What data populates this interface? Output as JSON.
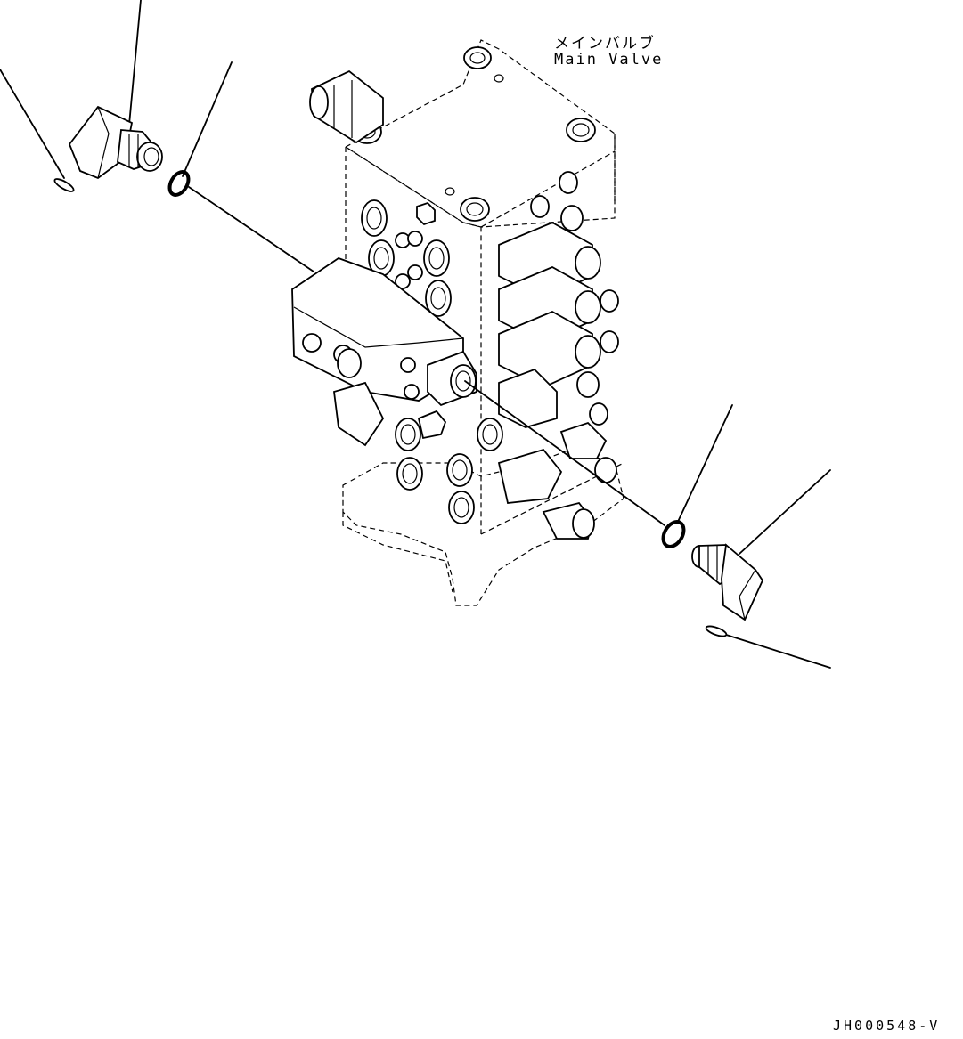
{
  "diagram": {
    "component_label_jp": "メインバルブ",
    "component_label_en": "Main Valve",
    "figure_code": "JH000548-V"
  },
  "icons": {
    "valve": "main-valve-assembly-drawing",
    "elbow": "elbow-fitting-drawing",
    "oring": "o-ring-drawing",
    "plug": "plug-drawing"
  }
}
